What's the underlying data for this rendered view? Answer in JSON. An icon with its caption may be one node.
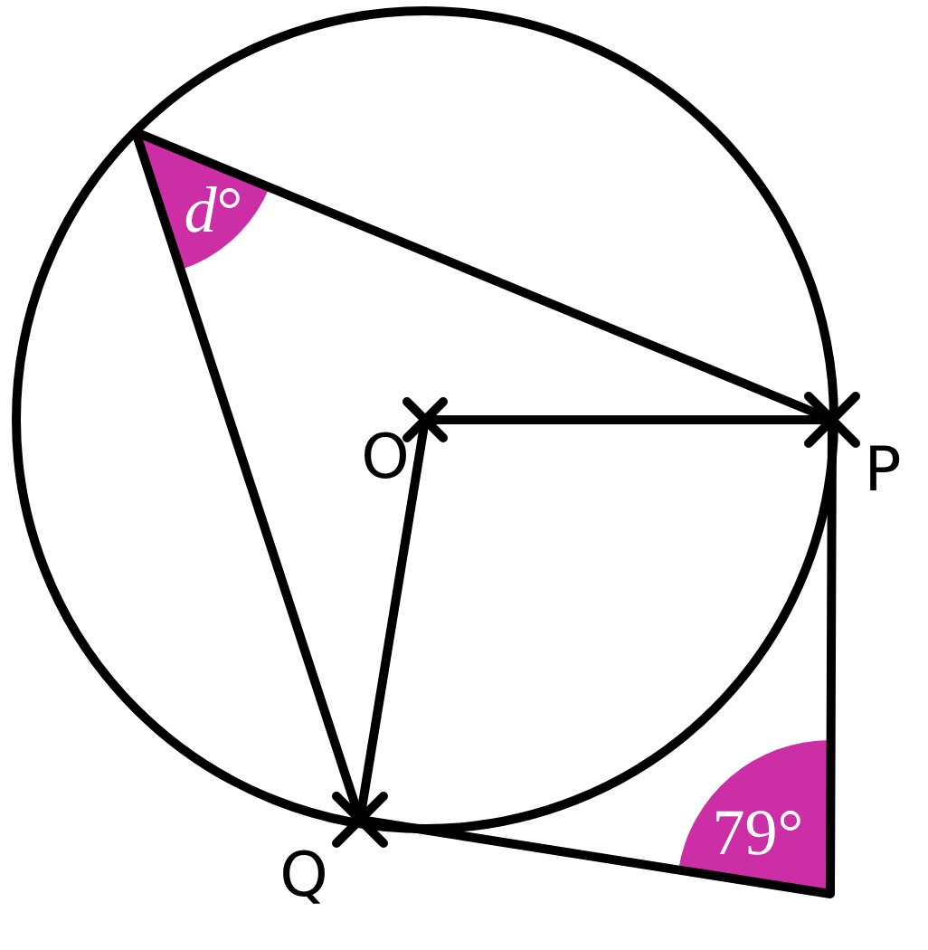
{
  "diagram": {
    "labels": [
      "*d*°",
      "O",
      "P",
      "79°",
      "Q"
    ]
  }
}
